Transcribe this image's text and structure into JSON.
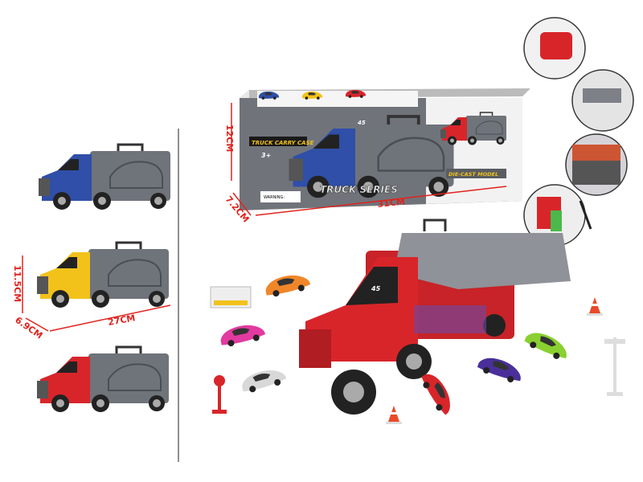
{
  "dimensions": {
    "box_height": "12CM",
    "box_depth": "7.2CM",
    "box_width": "31CM",
    "truck_height": "11.5CM",
    "truck_depth": "6.9CM",
    "truck_length": "27CM"
  },
  "package": {
    "label": "TRUCK CARRY CASE",
    "logo": "TRUCK SERIES",
    "tag": "DIE-CAST MODEL",
    "age": "3+",
    "warning": "WARNING:",
    "number": "45"
  },
  "truck_colors": [
    "#2f4fa8",
    "#f2c21b",
    "#d8252a"
  ],
  "colors": {
    "dimension": "#e0231e",
    "case_gray": "#7d8087"
  }
}
